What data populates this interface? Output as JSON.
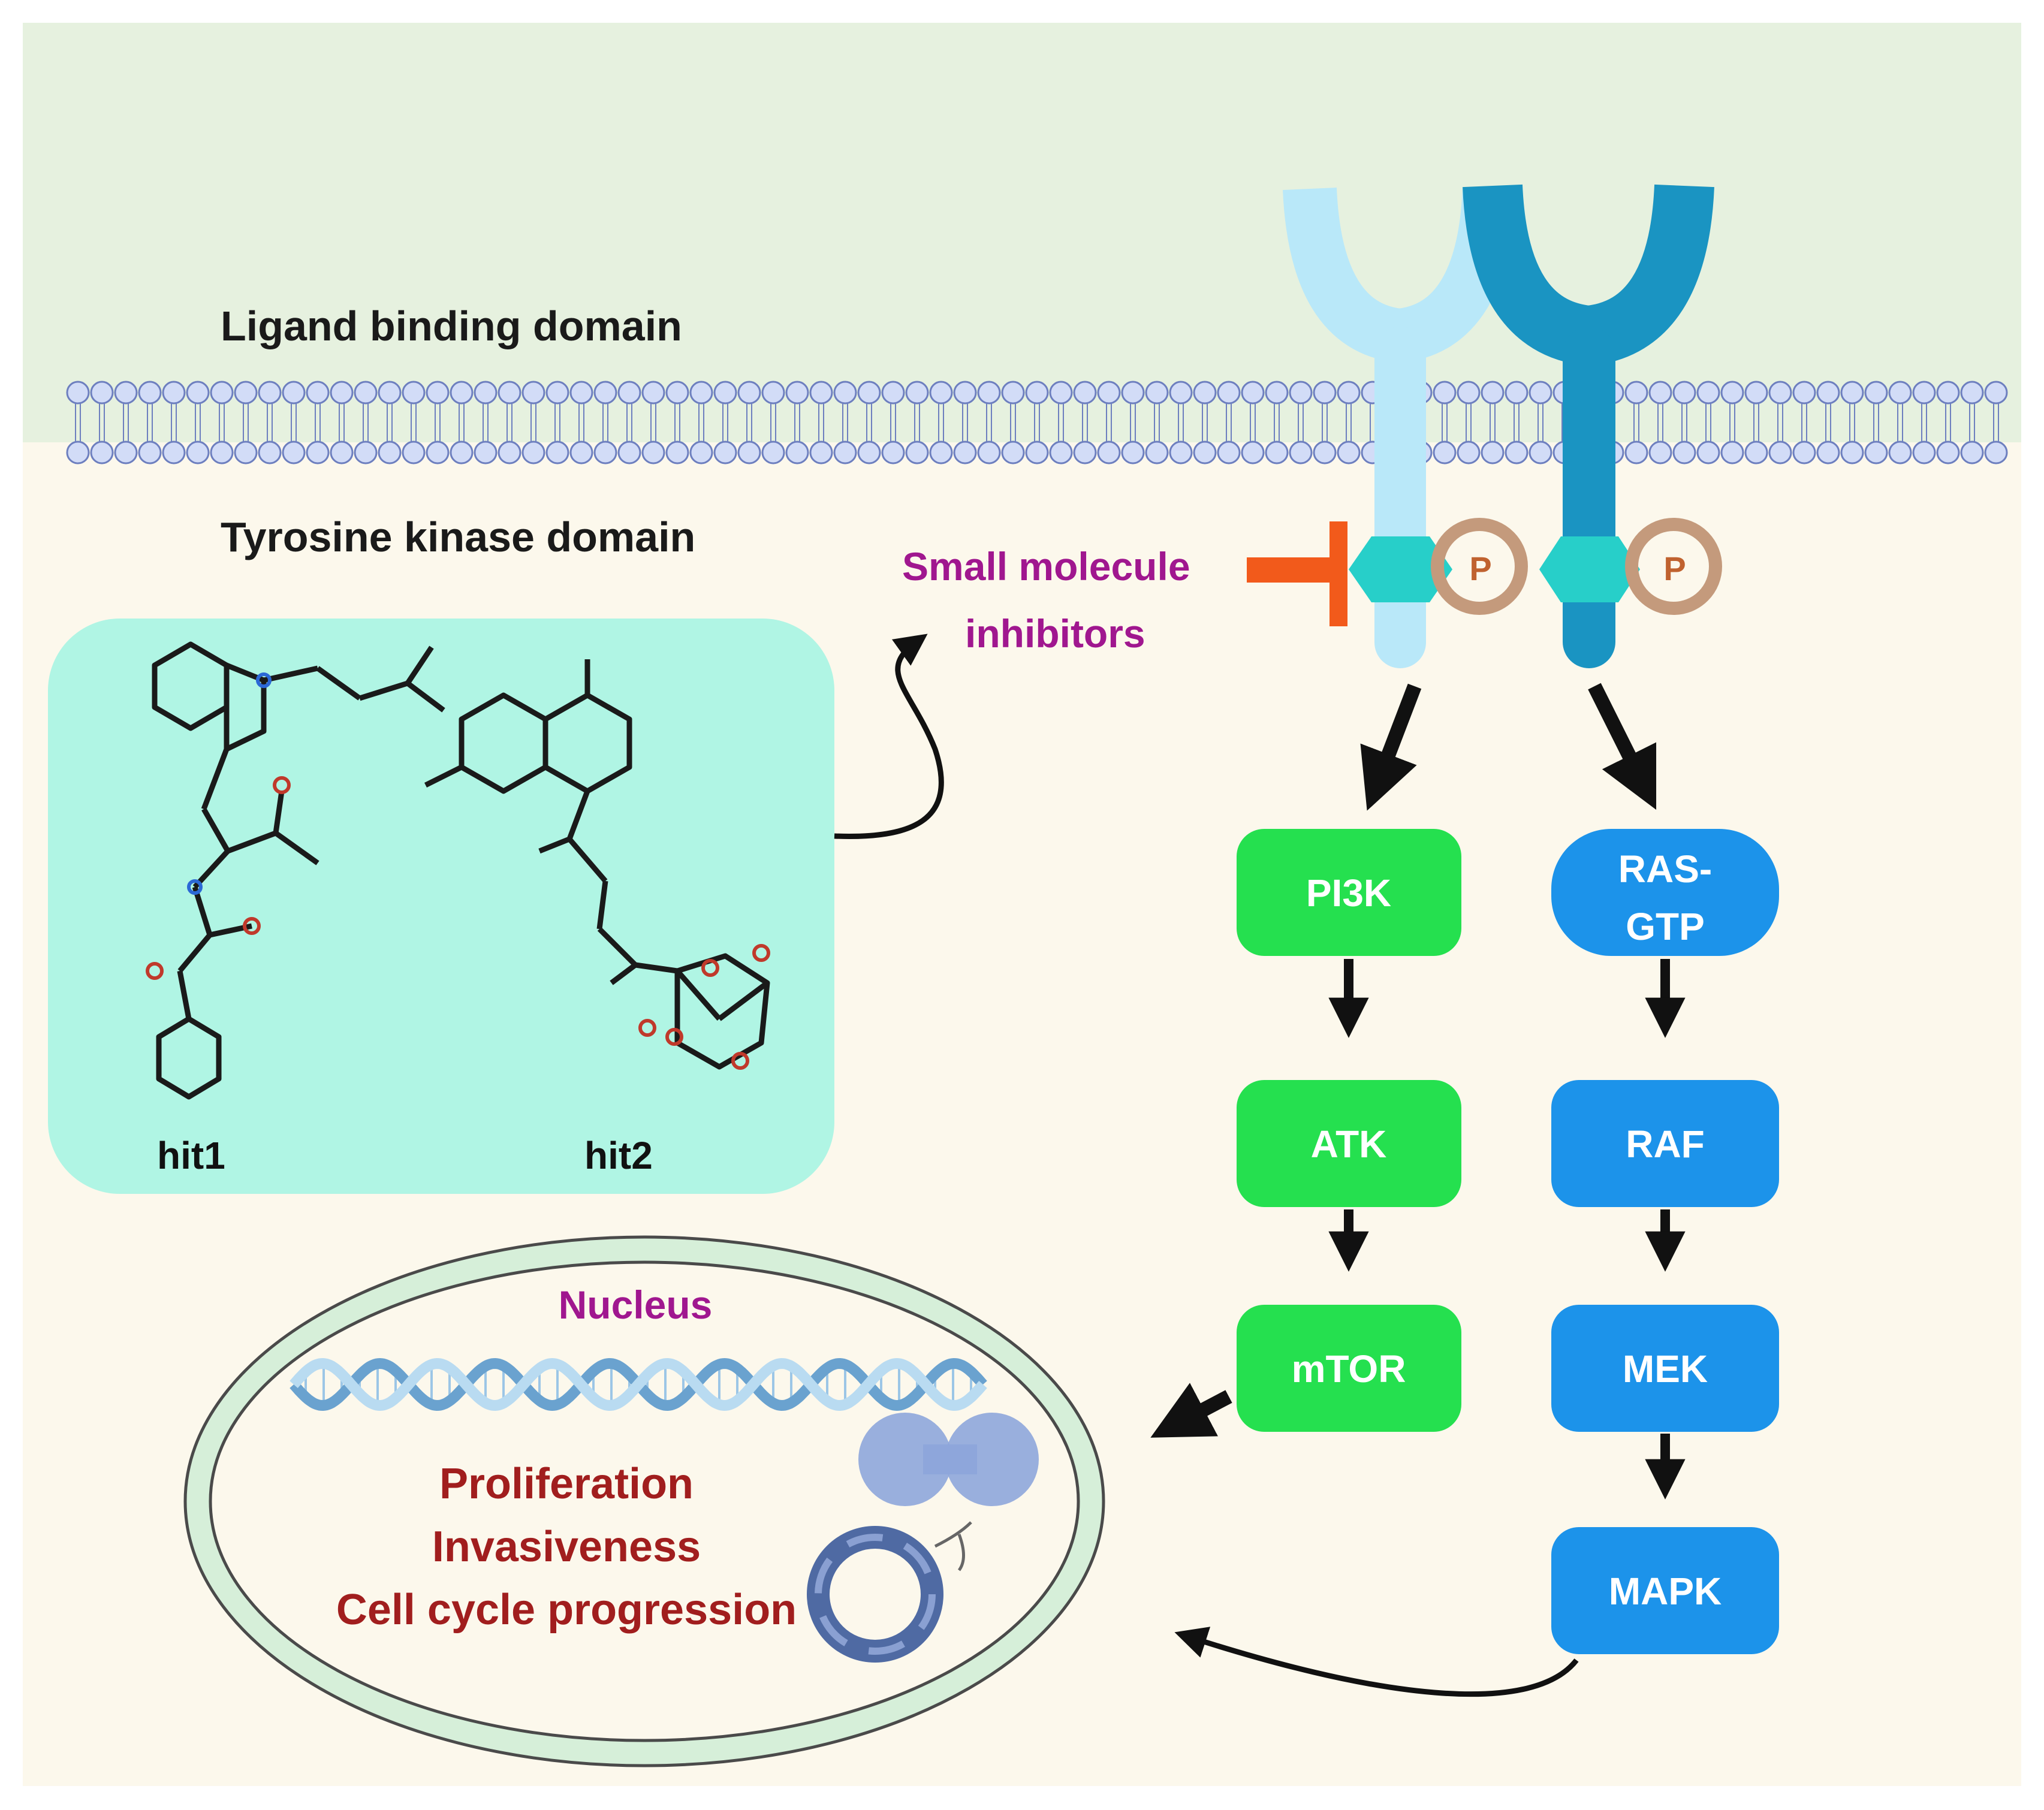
{
  "labels": {
    "ligand_domain": "Ligand binding domain",
    "tk_domain": "Tyrosine kinase domain",
    "inhibitor_line1": "Small molecule",
    "inhibitor_line2": "inhibitors",
    "phospho": "P",
    "nucleus": "Nucleus"
  },
  "compounds": [
    "hit1",
    "hit2"
  ],
  "pathway_left": [
    "PI3K",
    "ATK",
    "mTOR"
  ],
  "pathway_right": {
    "rasgtp_line1": "RAS-",
    "rasgtp_line2": "GTP",
    "rest": [
      "RAF",
      "MEK",
      "MAPK"
    ]
  },
  "outcomes": [
    "Proliferation",
    "Invasiveness",
    "Cell cycle progression"
  ],
  "colors": {
    "extracellular": "#e6f1df",
    "cytoplasm": "#fcf8ec",
    "membrane_bead": "#d2dcf7",
    "membrane_bead_stroke": "#6d7fbf",
    "receptor_light": "#b9e8f9",
    "receptor_dark": "#1a94c2",
    "kinase_hexagon": "#27cfc9",
    "phospho_ring": "#c49a7c",
    "compound_panel": "#b0f5e4",
    "pi3k_pathway": "#25e04f",
    "ras_pathway": "#1c93ea",
    "inhibitor_bar": "#f25a1b",
    "nucleus_ring": "#d6efd9"
  }
}
